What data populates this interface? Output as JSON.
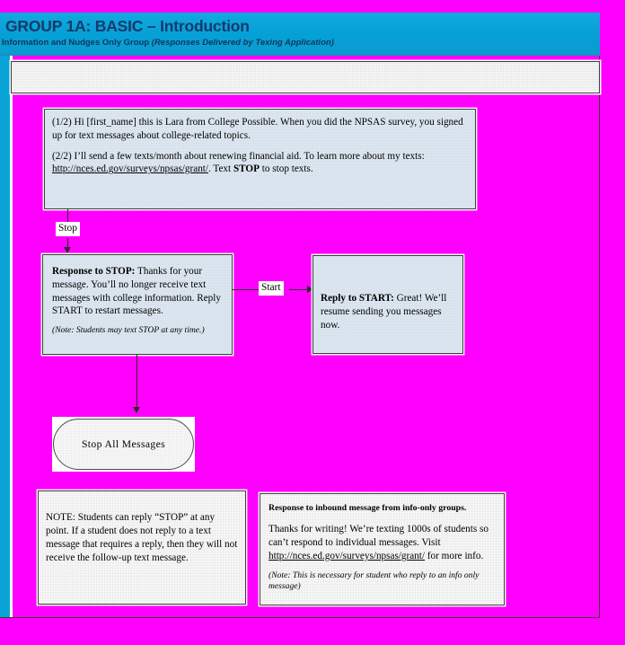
{
  "header": {
    "title": "GROUP 1A: BASIC – Introduction",
    "subtitle_main": "Information and Nudges Only Group",
    "subtitle_italic": "(Responses Delivered by Texing Application)",
    "bg_color": "#0fa3d9",
    "title_color": "#143a6b"
  },
  "canvas": {
    "background_color": "#ff00ff",
    "box_fill_color": "#dbe5ef",
    "box_border_color": "#3c3c3c"
  },
  "empty_bar": {
    "value": ""
  },
  "intro_box": {
    "para1": "(1/2) Hi [first_name] this is Lara from College Possible. When you did the NPSAS survey, you signed up for text messages about college-related topics.",
    "para2_pre": "(2/2) I’ll send a few texts/month about renewing financial aid. To learn more about my texts: ",
    "para2_link": "http://nces.ed.gov/surveys/npsas/grant/",
    "para2_mid": ". Text ",
    "para2_bold": "STOP",
    "para2_post": " to stop texts."
  },
  "edges": {
    "stop_label": "Stop",
    "start_label": "Start"
  },
  "stop_response_box": {
    "lead": "Response to STOP:",
    "body": " Thanks for your message. You’ll no longer receive text messages with college information. Reply START to restart messages.",
    "note": "(Note: Students may text STOP at any time.)"
  },
  "start_reply_box": {
    "lead": "Reply to START:",
    "body": " Great! We’ll resume sending you messages now."
  },
  "stop_all_pill": {
    "label": "Stop All Messages"
  },
  "note_box": {
    "text": "NOTE:   Students can reply “STOP” at any point. If a student does not reply to a text message that requires a reply, then they will not receive the follow-up text message."
  },
  "inbound_box": {
    "heading": "Response to inbound message from info-only groups.",
    "body_pre": "Thanks for writing! We’re texting 1000s of students so can’t respond to individual messages. Visit ",
    "body_link": "http://nces.ed.gov/surveys/npsas/grant/",
    "body_post": " for more info.",
    "note": "(Note: This is necessary for student who reply to an info only message)"
  }
}
